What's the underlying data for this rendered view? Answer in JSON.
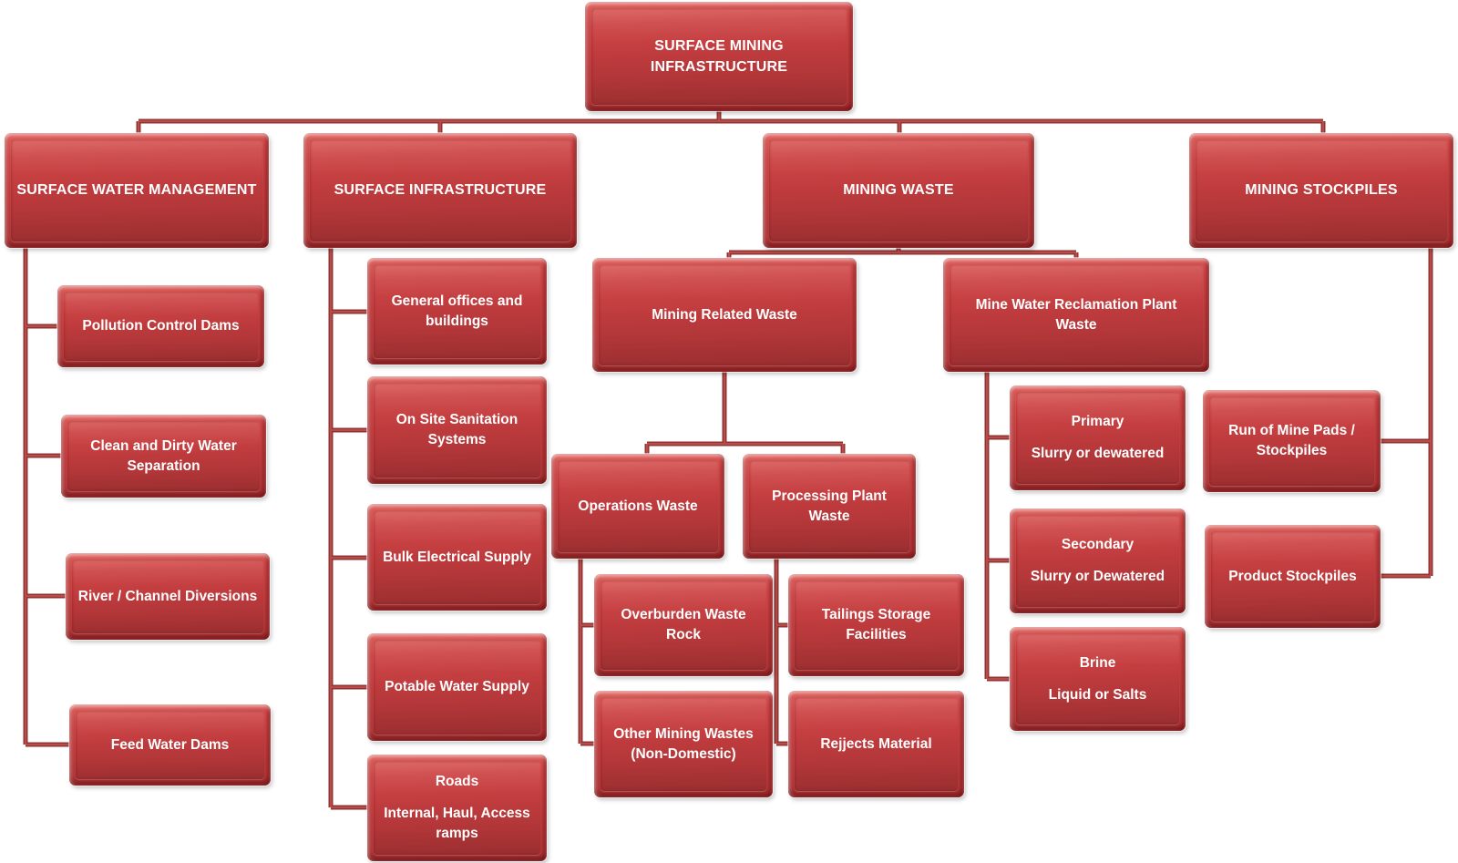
{
  "chart": {
    "root": "SURFACE MINING INFRASTRUCTURE",
    "surface_water": {
      "label": "SURFACE WATER MANAGEMENT",
      "items": [
        "Pollution Control Dams",
        "Clean and Dirty Water Separation",
        "River / Channel Diversions",
        "Feed Water Dams"
      ]
    },
    "surface_infra": {
      "label": "SURFACE INFRASTRUCTURE",
      "items": [
        "General offices and buildings",
        "On Site Sanitation Systems",
        "Bulk Electrical Supply",
        "Potable Water Supply"
      ],
      "roads": {
        "title": "Roads",
        "subtitle": "Internal, Haul, Access ramps"
      }
    },
    "mining_waste": {
      "label": "MINING WASTE",
      "mining_related": {
        "label": "Mining Related Waste",
        "operations": {
          "label": "Operations Waste",
          "items": [
            "Overburden Waste Rock",
            "Other Mining Wastes (Non-Domestic)"
          ]
        },
        "processing": {
          "label": "Processing Plant Waste",
          "items": [
            "Tailings Storage Facilities",
            "Rejjects Material"
          ]
        }
      },
      "reclamation": {
        "label": "Mine Water Reclamation Plant Waste",
        "items": [
          {
            "title": "Primary",
            "subtitle": "Slurry or dewatered"
          },
          {
            "title": "Secondary",
            "subtitle": "Slurry or Dewatered"
          },
          {
            "title": "Brine",
            "subtitle": "Liquid or Salts"
          }
        ]
      }
    },
    "stockpiles": {
      "label": "MINING STOCKPILES",
      "items": [
        "Run of Mine Pads / Stockpiles",
        "Product Stockpiles"
      ]
    }
  },
  "colors": {
    "node_fill": "#c13c3e",
    "node_highlight": "#de615c",
    "node_shadow": "#a93335",
    "connector_dark": "#8f3634",
    "connector_light": "#bb4b48",
    "text": "#ffffff",
    "background": "#ffffff"
  }
}
